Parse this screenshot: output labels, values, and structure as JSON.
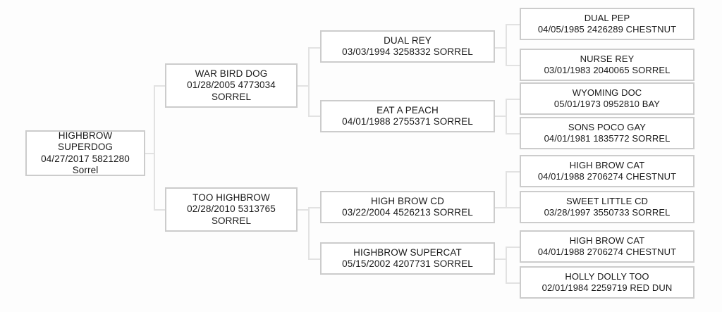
{
  "chart": {
    "type": "pedigree-tree",
    "title": "",
    "background_color": "#fdfdfd",
    "box_border_color": "#cccccc",
    "connector_color": "#e2e2e2",
    "text_color": "#1a1a1a"
  },
  "nodes": {
    "subject": {
      "name_line1": "HIGHBROW",
      "name_line2": "SUPERDOG",
      "meta": "04/27/2017 5821280",
      "color": "Sorrel"
    },
    "sire": {
      "name": "WAR BIRD DOG",
      "meta": "01/28/2005 4773034",
      "color": "SORREL"
    },
    "dam": {
      "name": "TOO HIGHBROW",
      "meta": "02/28/2010 5313765",
      "color": "SORREL"
    },
    "sire_sire": {
      "name": "DUAL REY",
      "meta": "03/03/1994 3258332 SORREL"
    },
    "sire_dam": {
      "name": "EAT A PEACH",
      "meta": "04/01/1988 2755371 SORREL"
    },
    "dam_sire": {
      "name": "HIGH BROW CD",
      "meta": "03/22/2004 4526213 SORREL"
    },
    "dam_dam": {
      "name": "HIGHBROW SUPERCAT",
      "meta": "05/15/2002 4207731 SORREL"
    },
    "g3_1": {
      "name": "DUAL PEP",
      "meta": "04/05/1985 2426289 CHESTNUT"
    },
    "g3_2": {
      "name": "NURSE REY",
      "meta": "03/01/1983 2040065 SORREL"
    },
    "g3_3": {
      "name": "WYOMING DOC",
      "meta": "05/01/1973 0952810 BAY"
    },
    "g3_4": {
      "name": "SONS POCO GAY",
      "meta": "04/01/1981 1835772 SORREL"
    },
    "g3_5": {
      "name": "HIGH BROW CAT",
      "meta": "04/01/1988 2706274 CHESTNUT"
    },
    "g3_6": {
      "name": "SWEET LITTLE CD",
      "meta": "03/28/1997 3550733 SORREL"
    },
    "g3_7": {
      "name": "HIGH BROW CAT",
      "meta": "04/01/1988 2706274 CHESTNUT"
    },
    "g3_8": {
      "name": "HOLLY DOLLY TOO",
      "meta": "02/01/1984 2259719 RED DUN"
    }
  }
}
